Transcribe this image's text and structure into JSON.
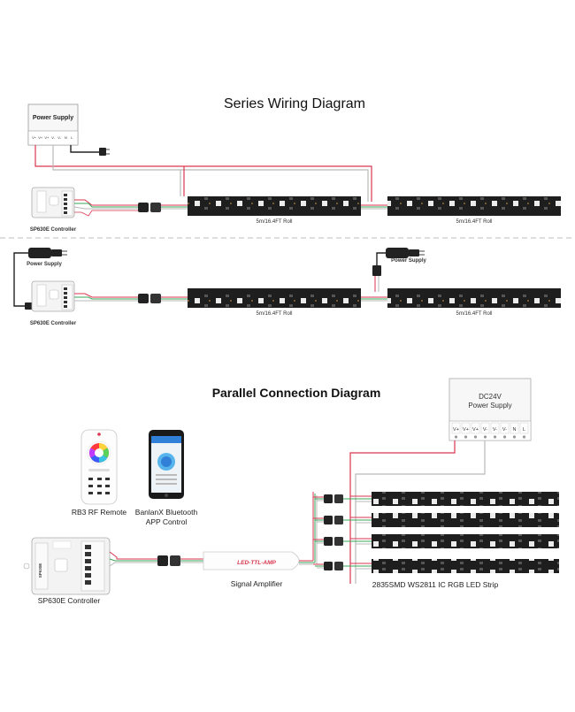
{
  "series": {
    "title": "Series Wiring Diagram",
    "top_psu_label": "Power Supply",
    "top_psu_terminals": [
      "V+",
      "V+",
      "V+",
      "V-",
      "V-",
      "N",
      "L"
    ],
    "controller_label": "SP630E Controller",
    "roll_label": "5m/16.4FT Roll",
    "bottom_psu_label": "Power Supply",
    "mid_psu_label": "Power Supply",
    "bottom_controller_label": "SP630E Controller"
  },
  "parallel": {
    "title": "Parallel Connection Diagram",
    "remote_label": "RB3 RF Remote",
    "app_label_line1": "BanlanX Bluetooth",
    "app_label_line2": "APP Control",
    "controller_label": "SP630E Controller",
    "amp_label": "Signal Amplifier",
    "amp_text": "LED-TTL-AMP",
    "strip_label": "2835SMD WS2811 IC RGB LED Strip",
    "psu_line1": "DC24V",
    "psu_line2": "Power Supply",
    "psu_terminals": [
      "V+",
      "V+",
      "V+",
      "V-",
      "V-",
      "V-",
      "N",
      "L"
    ],
    "controller_model": "SP630E"
  },
  "colors": {
    "wire_red": "#d9364f",
    "wire_grey": "#b9b9b9",
    "wire_green": "#3aa55a",
    "wire_black": "#222222",
    "strip": "#1e1e1e",
    "divider": "#bdbdbd"
  }
}
